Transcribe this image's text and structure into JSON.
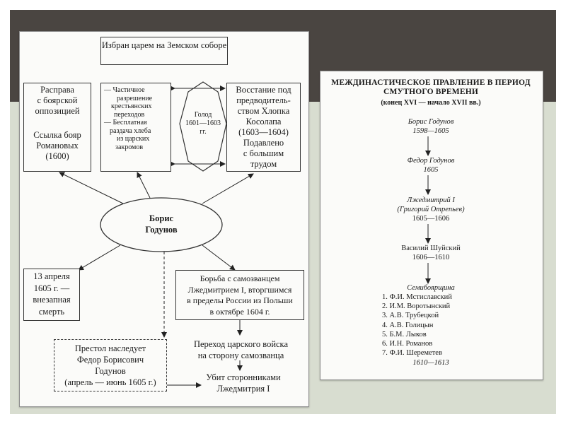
{
  "left": {
    "elected": "Избран царем на Земском соборе",
    "massacre": [
      "Расправа",
      "с боярской",
      "оппозицией"
    ],
    "exile": [
      "Ссылка бояр",
      "Романовых",
      "(1600)"
    ],
    "partial": [
      "— Частичное",
      "разрешение",
      "крестьянских",
      "переходов",
      "— Бесплатная",
      "раздача хлеба",
      "из царских",
      "закромов"
    ],
    "famine": [
      "Голод",
      "1601—1603",
      "гг."
    ],
    "uprising": [
      "Восстание под",
      "предводитель-",
      "ством Хлопка",
      "Косолапа",
      "(1603—1604)",
      "Подавлено",
      "с большим",
      "трудом"
    ],
    "center": [
      "Борис",
      "Годунов"
    ],
    "death": [
      "13 апреля",
      "1605 г. —",
      "внезапная",
      "смерть"
    ],
    "struggle": [
      "Борьба с самозванцем",
      "Лжедмитрием I, вторгшимся",
      "в пределы России из Польши",
      "в октябре 1604 г."
    ],
    "transition": [
      "Переход царского войска",
      "на сторону самозванца"
    ],
    "heir": [
      "Престол наследует",
      "Федор Борисович",
      "Годунов",
      "(апрель — июнь 1605 г.)"
    ],
    "killed": [
      "Убит сторонниками",
      "Лжедмитрия I"
    ]
  },
  "right": {
    "title": [
      "МЕЖДИНАСТИЧЕСКОЕ ПРАВЛЕНИЕ В ПЕРИОД",
      "СМУТНОГО ВРЕМЕНИ"
    ],
    "subtitle": "(конец XVI — начало XVII вв.)",
    "r1_name": "Борис Годунов",
    "r1_years": "1598—1605",
    "r2_name": "Федор Годунов",
    "r2_years": "1605",
    "r3_name": "Лжедмитрий I",
    "r3_alias": "(Григорий Отрепьев)",
    "r3_years": "1605—1606",
    "r4_name": "Василий Шуйский",
    "r4_years": "1606—1610",
    "r5_name": "Семибоярщина",
    "boyars": [
      "1. Ф.И. Мстиславский",
      "2. И.М. Воротынский",
      "3. А.В. Трубецкой",
      "4. А.В. Голицын",
      "5. Б.М. Лыков",
      "6. И.Н. Романов",
      "7. Ф.И. Шереметев"
    ],
    "r5_years": "1610—1613"
  },
  "colors": {
    "band_top": "#4a4541",
    "band_bottom": "#d8ddd0",
    "panel": "#fbfbf9"
  }
}
